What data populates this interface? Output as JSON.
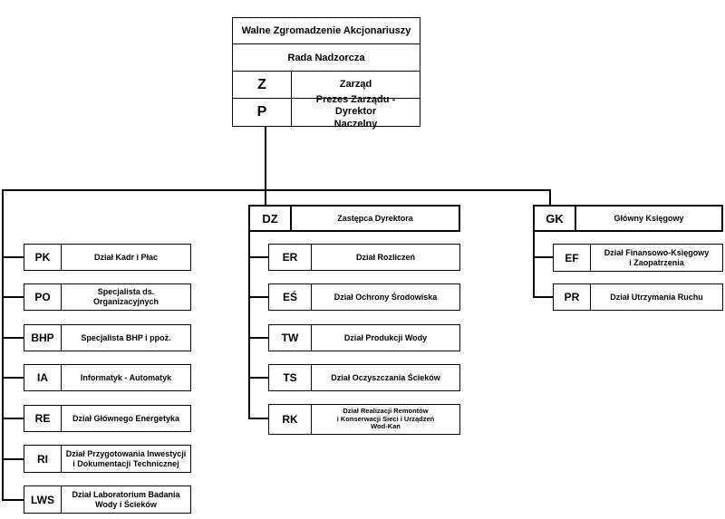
{
  "top": {
    "general_meeting": "Walne Zgromadzenie Akcjonariuszy",
    "supervisory_board": "Rada Nadzorcza",
    "board": {
      "code": "Z",
      "name": "Zarząd"
    },
    "president": {
      "code": "P",
      "name": "Prezes Zarządu - Dyrektor\nNaczelny"
    }
  },
  "left_column": [
    {
      "code": "PK",
      "name": "Dział Kadr i Płac"
    },
    {
      "code": "PO",
      "name": "Specjalista ds. Organizacyjnych"
    },
    {
      "code": "BHP",
      "name": "Specjalista BHP i ppoż."
    },
    {
      "code": "IA",
      "name": "Informatyk - Automatyk"
    },
    {
      "code": "RE",
      "name": "Dział Głównego Energetyka"
    },
    {
      "code": "RI",
      "name": "Dział Przygotowania Inwestycji\ni Dokumentacji Technicznej"
    },
    {
      "code": "LWS",
      "name": "Dział Laboratorium Badania\nWody i Ścieków"
    }
  ],
  "deputy": {
    "head": {
      "code": "DZ",
      "name": "Zastępca Dyrektora"
    },
    "units": [
      {
        "code": "ER",
        "name": "Dział Rozliczeń"
      },
      {
        "code": "EŚ",
        "name": "Dział Ochrony Środowiska"
      },
      {
        "code": "TW",
        "name": "Dział Produkcji Wody"
      },
      {
        "code": "TS",
        "name": "Dział Oczyszczania Ścieków"
      },
      {
        "code": "RK",
        "name": "Dział Realizacji Remontów\ni Konserwacji Sieci i Urządzeń\nWod-Kan"
      }
    ]
  },
  "accountant": {
    "head": {
      "code": "GK",
      "name": "Główny Księgowy"
    },
    "units": [
      {
        "code": "EF",
        "name": "Dział Finansowo-Księgowy\ni Zaopatrzenia"
      },
      {
        "code": "PR",
        "name": "Dział Utrzymania Ruchu"
      }
    ]
  }
}
